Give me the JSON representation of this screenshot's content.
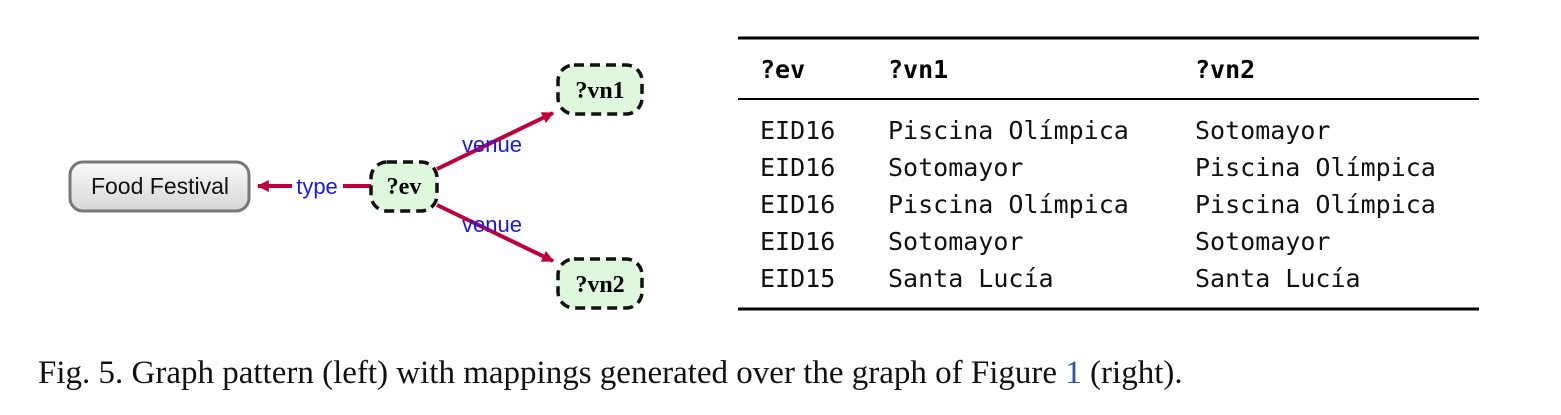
{
  "graph_pattern": {
    "nodes": [
      {
        "id": "food-festival",
        "label": "Food Festival",
        "kind": "constant"
      },
      {
        "id": "ev",
        "label": "?ev",
        "kind": "variable"
      },
      {
        "id": "vn1",
        "label": "?vn1",
        "kind": "variable"
      },
      {
        "id": "vn2",
        "label": "?vn2",
        "kind": "variable"
      }
    ],
    "edges": [
      {
        "from": "ev",
        "to": "food-festival",
        "label": "type"
      },
      {
        "from": "ev",
        "to": "vn1",
        "label": "venue"
      },
      {
        "from": "ev",
        "to": "vn2",
        "label": "venue"
      }
    ]
  },
  "mappings_table": {
    "headers": [
      "?ev",
      "?vn1",
      "?vn2"
    ],
    "rows": [
      [
        "EID16",
        "Piscina Olímpica",
        "Sotomayor"
      ],
      [
        "EID16",
        "Sotomayor",
        "Piscina Olímpica"
      ],
      [
        "EID16",
        "Piscina Olímpica",
        "Piscina Olímpica"
      ],
      [
        "EID16",
        "Sotomayor",
        "Sotomayor"
      ],
      [
        "EID15",
        "Santa Lucía",
        "Santa Lucía"
      ]
    ]
  },
  "caption": {
    "before_ref": "Fig. 5.  Graph pattern (left) with mappings generated over the graph of Figure ",
    "ref": "1",
    "after_ref": " (right)."
  },
  "colors": {
    "edge": "#c0003a",
    "edge_label": "#1a1ae6",
    "variable_fill": "#dff7dc",
    "constant_fill": "#ececec",
    "figure_ref": "#2857a4"
  }
}
